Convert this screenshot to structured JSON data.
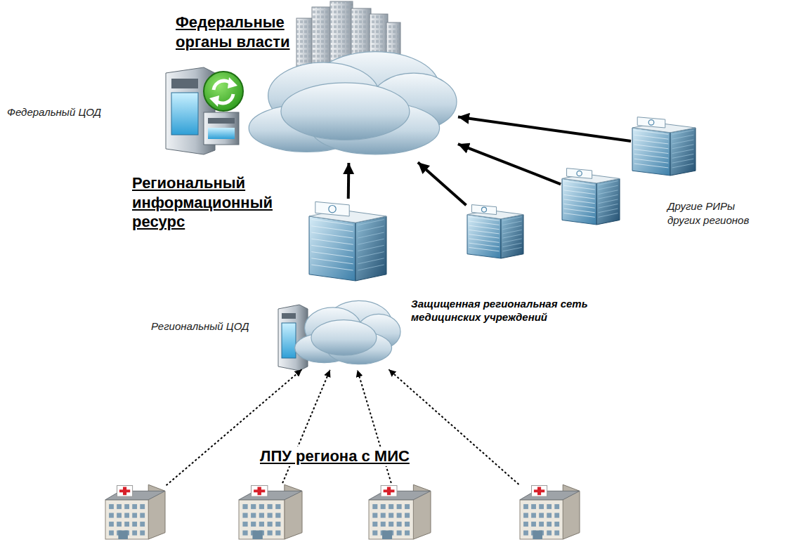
{
  "diagram": {
    "nodes": [
      {
        "text": [
          "Федеральные органы власти"
        ]
      },
      {
        "text": [
          "Региональный информационный ресурс"
        ]
      },
      {
        "text": [
          "Защищенная региональная сеть медицинских учреждений"
        ]
      },
      {
        "text": []
      },
      {
        "text": [
          "Другие РИРы других регионов"
        ]
      },
      {
        "text": []
      },
      {
        "text": [
          "ЛПУ региона с МИС"
        ]
      },
      {
        "text": [],
        "in": 6
      },
      {
        "text": [],
        "in": 6
      },
      {
        "text": [],
        "in": 6
      },
      {
        "text": [],
        "in": 6
      }
    ],
    "edges": [
      {
        "from": 1,
        "to": 0,
        "arrow": "to"
      },
      {
        "from": 3,
        "to": 0,
        "arrow": "to"
      },
      {
        "from": 4,
        "to": 0,
        "arrow": "to"
      },
      {
        "from": 5,
        "to": 0,
        "arrow": "to"
      },
      {
        "from": 7,
        "to": 2,
        "arrow": "to"
      },
      {
        "from": 8,
        "to": 2,
        "arrow": "to"
      },
      {
        "from": 9,
        "to": 2,
        "arrow": "to"
      },
      {
        "from": 10,
        "to": 2,
        "arrow": "to"
      }
    ],
    "labels": [
      "Федеральный ЦОД",
      "Региональный ЦОД"
    ]
  }
}
